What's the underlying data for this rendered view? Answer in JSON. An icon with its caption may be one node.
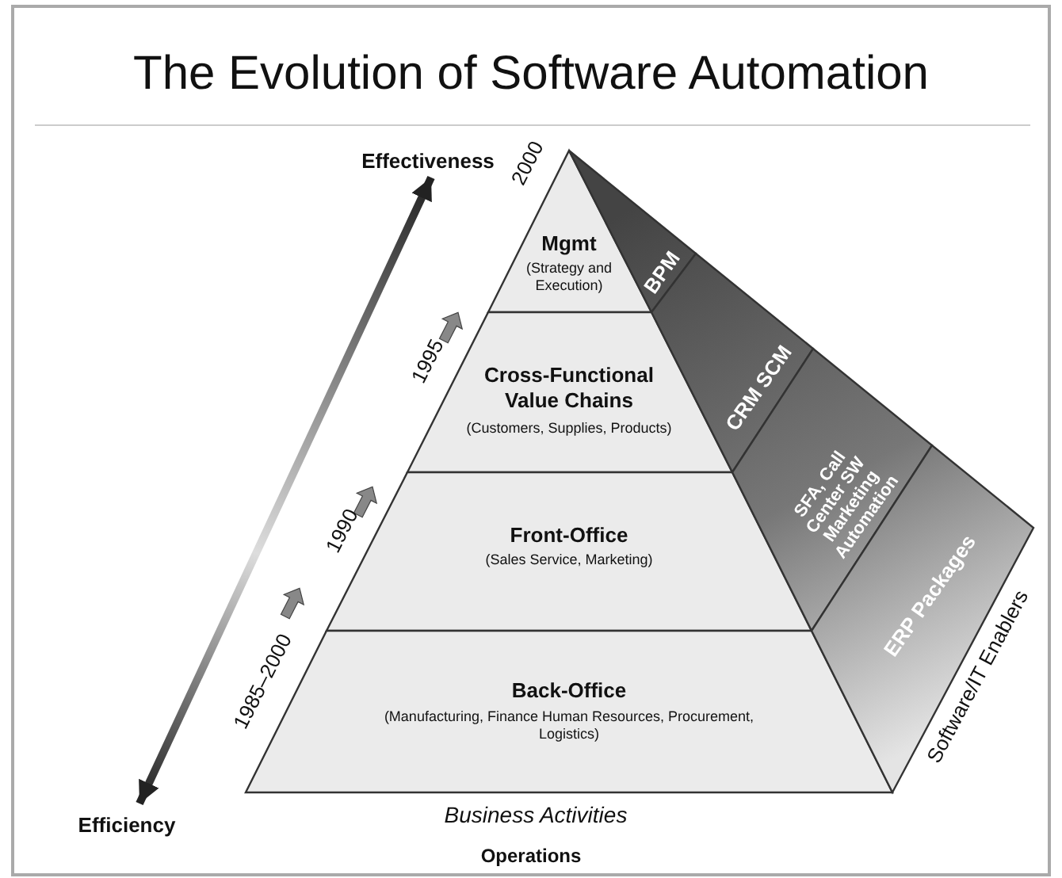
{
  "diagram": {
    "title": "The Evolution of Software Automation",
    "nodes": [
      {
        "text": [
          "Effectiveness"
        ]
      },
      {
        "text": [
          "Mgmt",
          "(Strategy and Execution)"
        ]
      },
      {
        "text": [
          "BPM"
        ]
      },
      {
        "text": [
          "Cross-Functional Value Chains",
          "(Customers, Supplies, Products)"
        ]
      },
      {
        "text": [
          "CRM SCM"
        ]
      },
      {
        "text": [
          "Front-Office",
          "(Sales Service, Marketing)"
        ]
      },
      {
        "text": [
          "SFA, Call Center SW Marketing Automation"
        ]
      },
      {
        "text": [
          "Back-Office",
          "(Manufacturing, Finance Human Resources, Procurement, Logistics)"
        ]
      },
      {
        "text": [
          "ERP Packages"
        ]
      },
      {
        "text": [
          "Efficiency"
        ]
      }
    ],
    "edges": [
      {
        "from": 9,
        "to": 0,
        "arrow": "both"
      }
    ],
    "labels": [
      "2000",
      "1995",
      "1990",
      "1985–2000",
      "Software/IT Enablers",
      "Business Activities",
      "Operations"
    ]
  }
}
